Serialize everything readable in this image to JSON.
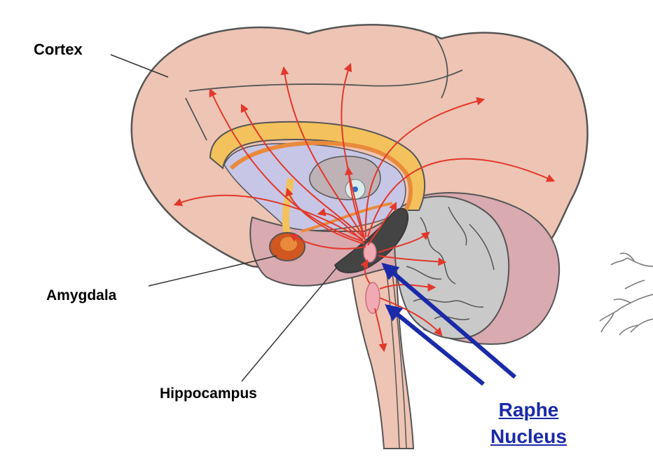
{
  "labels": {
    "cortex": "Cortex",
    "amygdala": "Amygdala",
    "hippocampus": "Hippocampus",
    "raphe_line1": "Raphe",
    "raphe_line2": "Nucleus"
  },
  "colors": {
    "brain_fill": "#eec4b4",
    "brain_outline": "#555555",
    "inner_fill": "#c7c6e6",
    "corpus_fill": "#f3c25c",
    "hippo_fill": "#444444",
    "cerebellum_fill": "#c9c9c9",
    "pathway_red": "#e2382b",
    "link_blue": "#1a2aa8",
    "raphe_pink": "#f2a9b4"
  },
  "icons": {
    "neuron": "neuron-dendrite-icon"
  }
}
